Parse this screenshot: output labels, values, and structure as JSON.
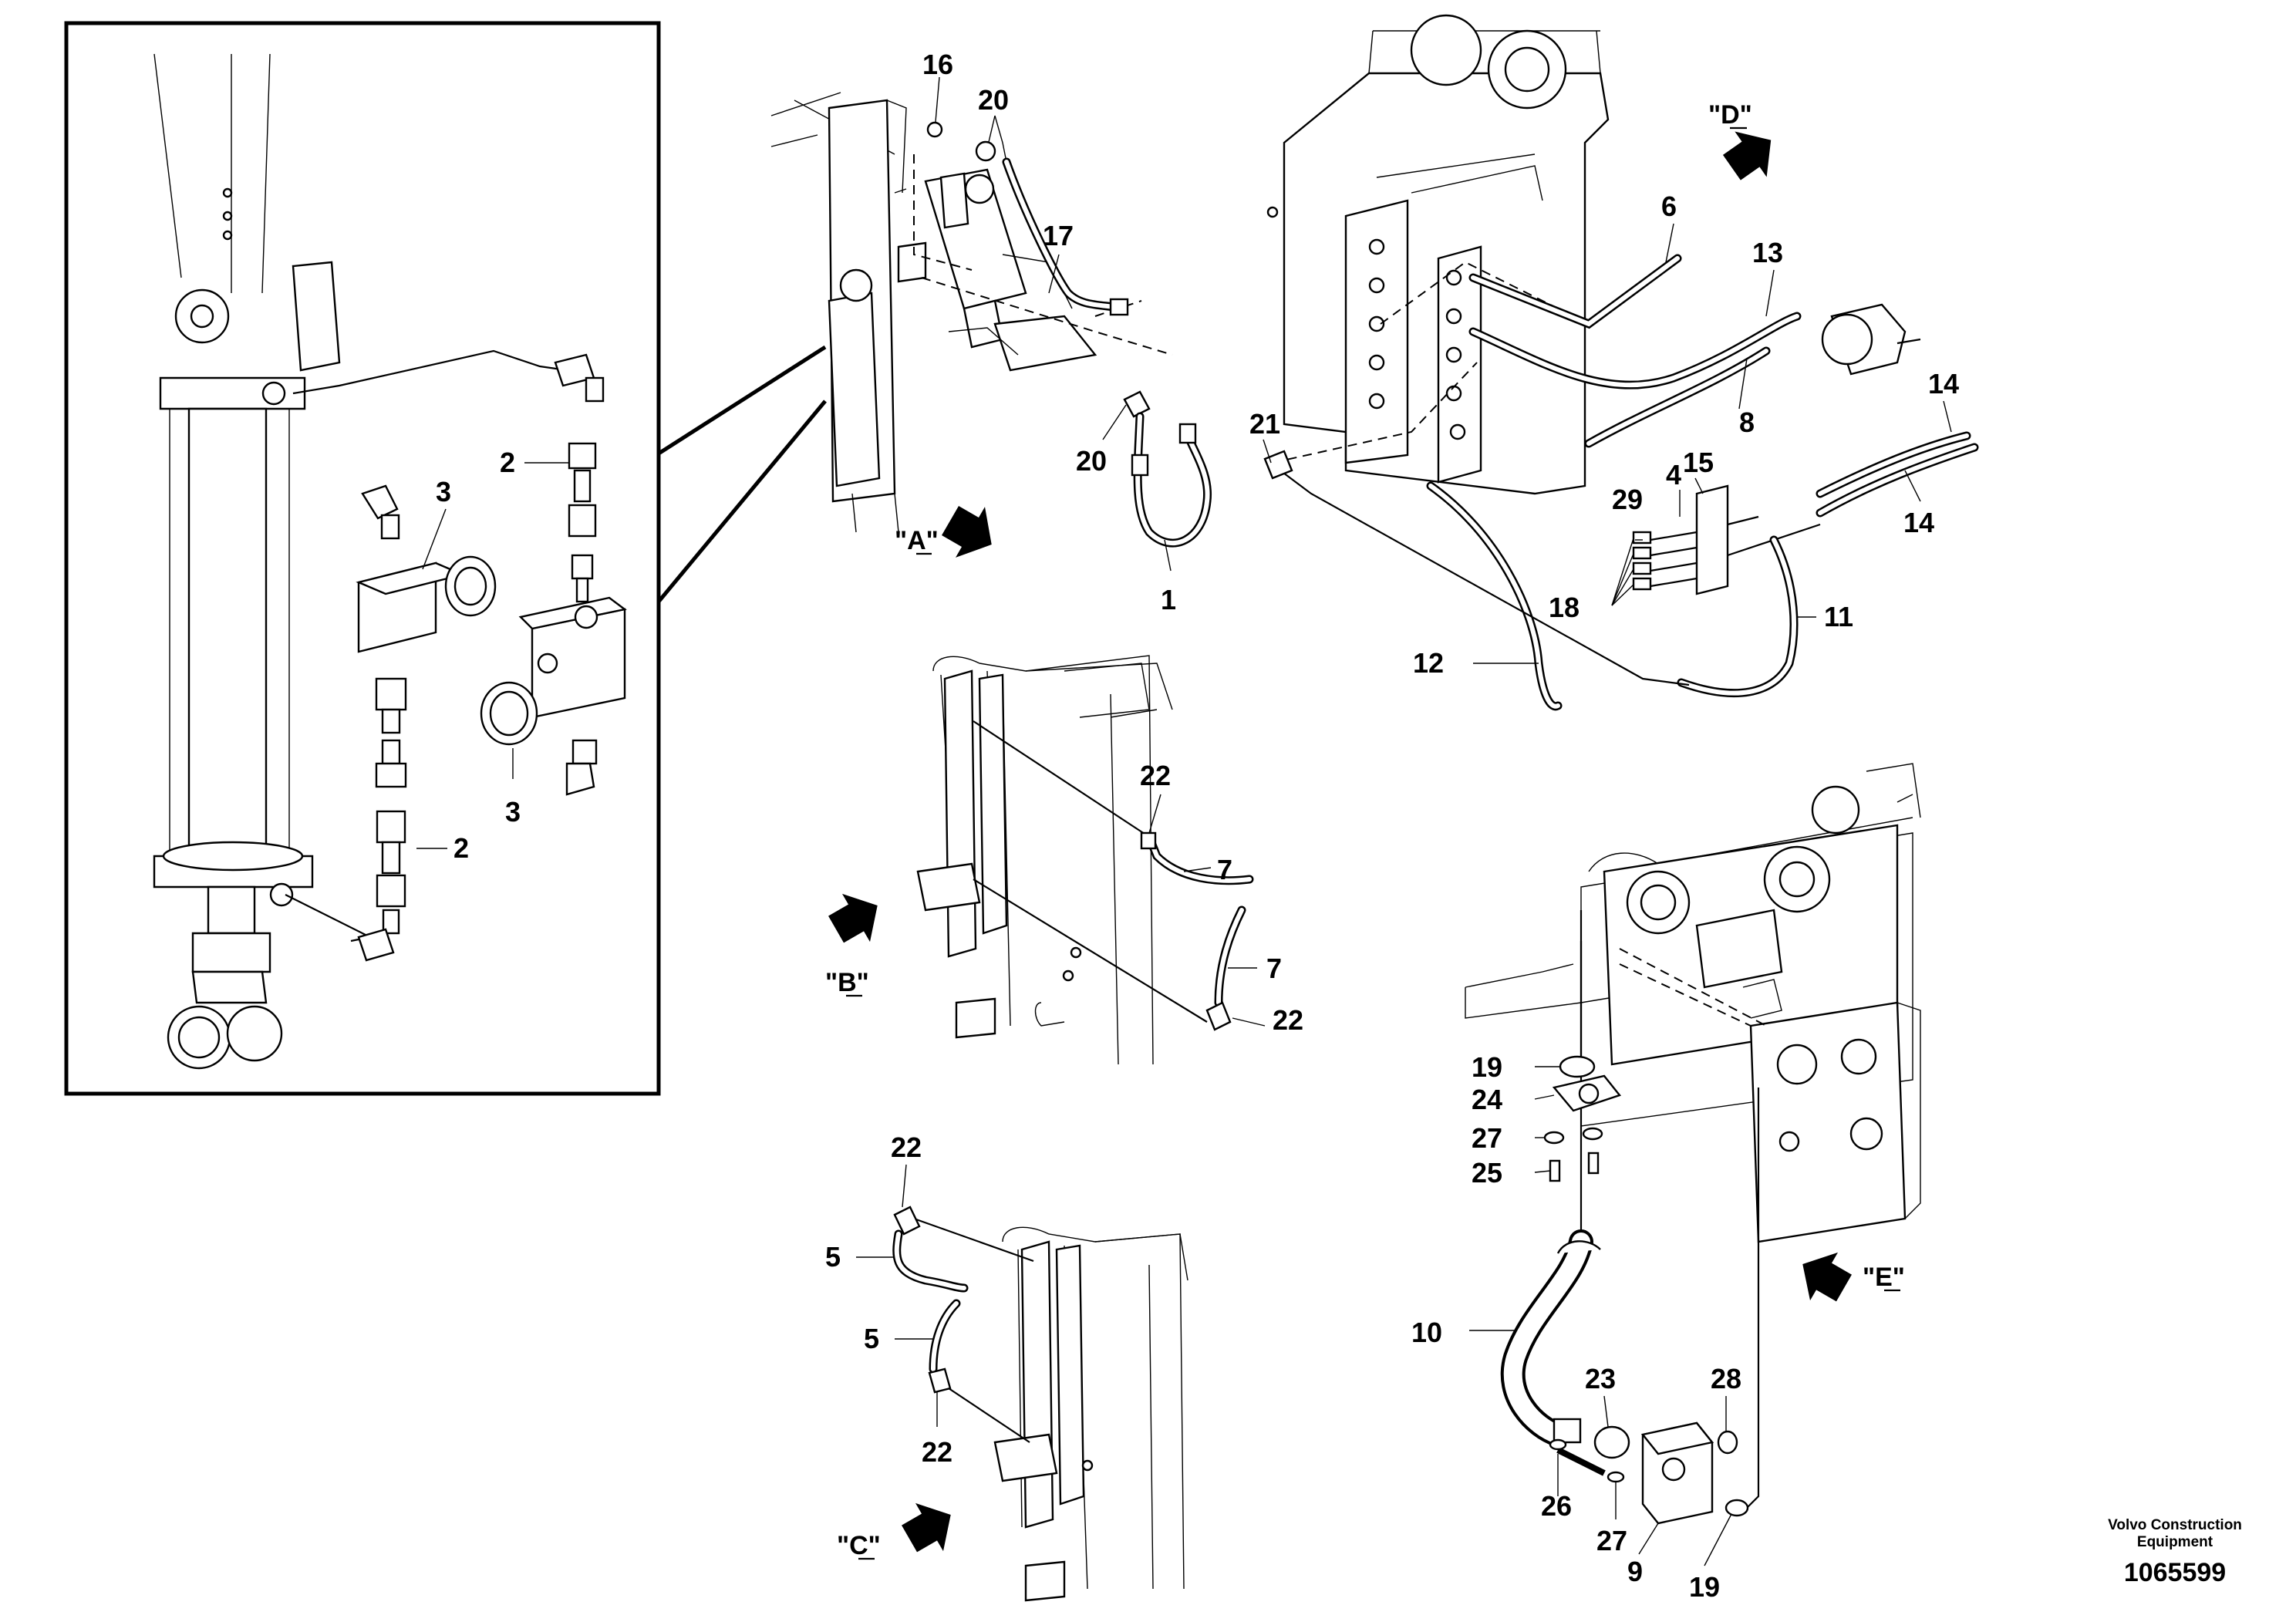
{
  "views": {
    "a": "\"A\"",
    "b": "\"B\"",
    "c": "\"C\"",
    "d": "\"D\"",
    "e": "\"E\""
  },
  "callouts": {
    "c1": "1",
    "c2a": "2",
    "c2b": "2",
    "c3a": "3",
    "c3b": "3",
    "c4": "4",
    "c5a": "5",
    "c5b": "5",
    "c6": "6",
    "c7a": "7",
    "c7b": "7",
    "c8": "8",
    "c9": "9",
    "c10": "10",
    "c11": "11",
    "c12": "12",
    "c13": "13",
    "c14a": "14",
    "c14b": "14",
    "c15": "15",
    "c16": "16",
    "c17": "17",
    "c18": "18",
    "c19a": "19",
    "c19b": "19",
    "c20a": "20",
    "c20b": "20",
    "c21": "21",
    "c22a": "22",
    "c22b": "22",
    "c22c": "22",
    "c22d": "22",
    "c23": "23",
    "c24": "24",
    "c25": "25",
    "c26": "26",
    "c27a": "27",
    "c27b": "27",
    "c28": "28",
    "c29": "29"
  },
  "footer": {
    "brand_line1": "Volvo Construction",
    "brand_line2": "Equipment",
    "part_number": "1065599"
  }
}
